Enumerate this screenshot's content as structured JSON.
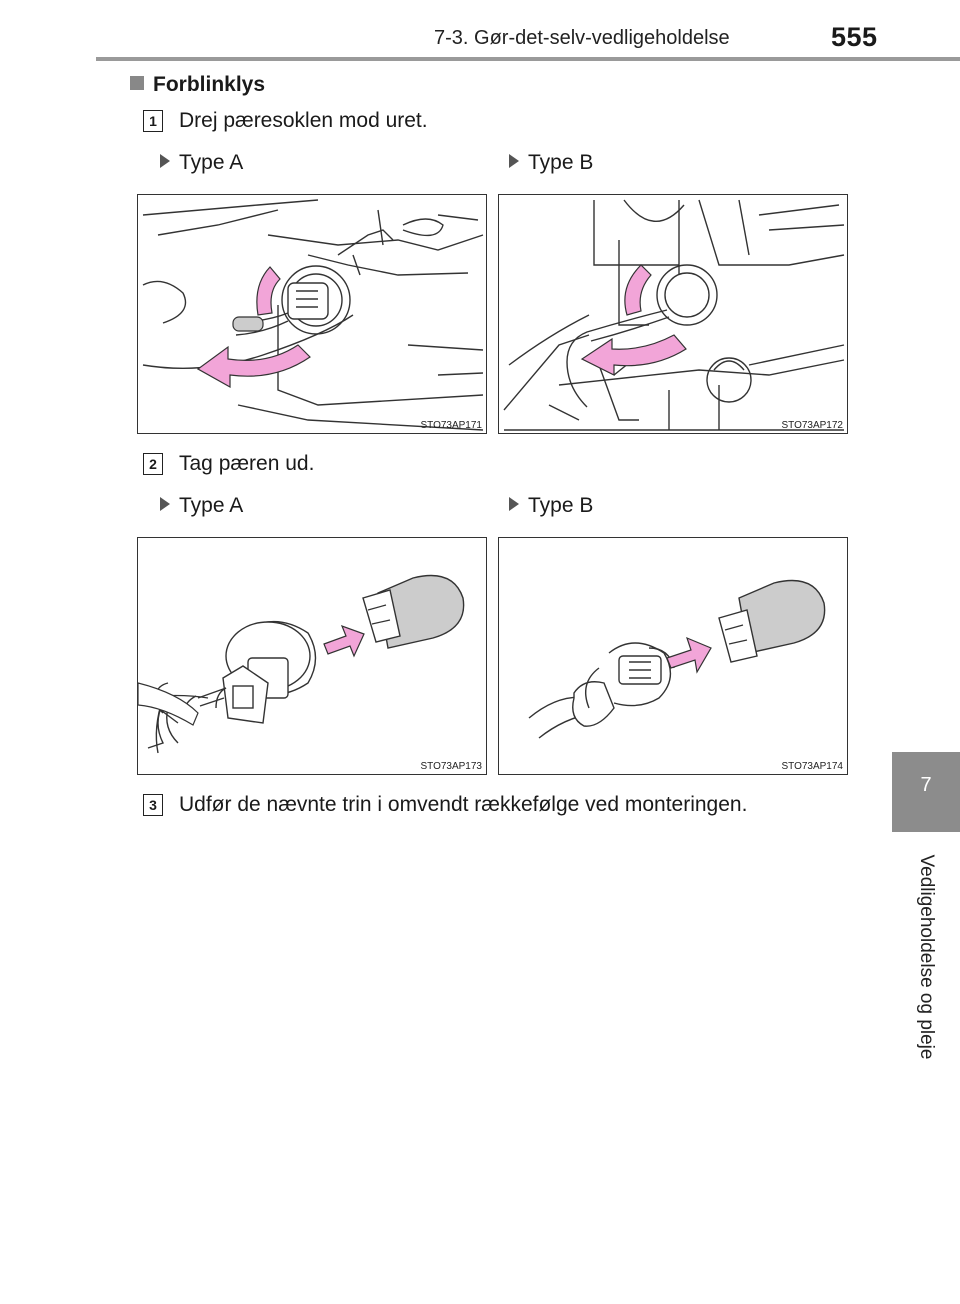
{
  "header": {
    "title": "7-3. Gør-det-selv-vedligeholdelse",
    "page_number": "555"
  },
  "side_tab": {
    "chapter_number": "7",
    "chapter_label": "Vedligeholdelse og pleje"
  },
  "section": {
    "title": "Forblinklys"
  },
  "steps": [
    {
      "number": "1",
      "text": "Drej pæresoklen mod uret.",
      "figures": [
        {
          "type_label": "Type A",
          "code": "STO73AP171"
        },
        {
          "type_label": "Type B",
          "code": "STO73AP172"
        }
      ]
    },
    {
      "number": "2",
      "text": "Tag pæren ud.",
      "figures": [
        {
          "type_label": "Type A",
          "code": "STO73AP173"
        },
        {
          "type_label": "Type B",
          "code": "STO73AP174"
        }
      ]
    },
    {
      "number": "3",
      "text": "Udfør de nævnte trin i omvendt rækkefølge ved monteringen."
    }
  ],
  "colors": {
    "arrow": "#f2a5d8",
    "tab": "#8c8c8c",
    "rule": "#9a9a9a"
  },
  "icons": {
    "section_marker": "square-bullet-icon",
    "type_marker": "triangle-bullet-icon"
  }
}
